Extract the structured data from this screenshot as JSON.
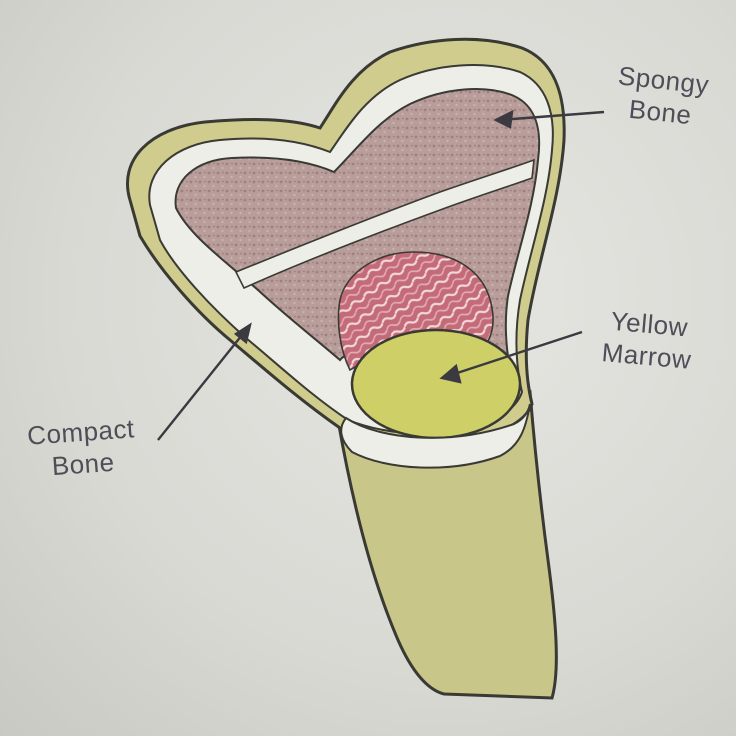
{
  "labels": {
    "spongy_bone": [
      "Spongy",
      "Bone"
    ],
    "yellow_marrow": [
      "Yellow",
      "Marrow"
    ],
    "compact_bone": [
      "Compact",
      "Bone"
    ]
  },
  "colors": {
    "paper": "#dcdcd8",
    "bone_shaft": "#c9c68a",
    "compact_bone_white": "#eeeee8",
    "spongy_bone": "#b79a98",
    "red_marrow": "#c06a78",
    "yellow_marrow": "#cfcf68",
    "outline": "#3a3a34",
    "label_text": "#4e4e58"
  }
}
